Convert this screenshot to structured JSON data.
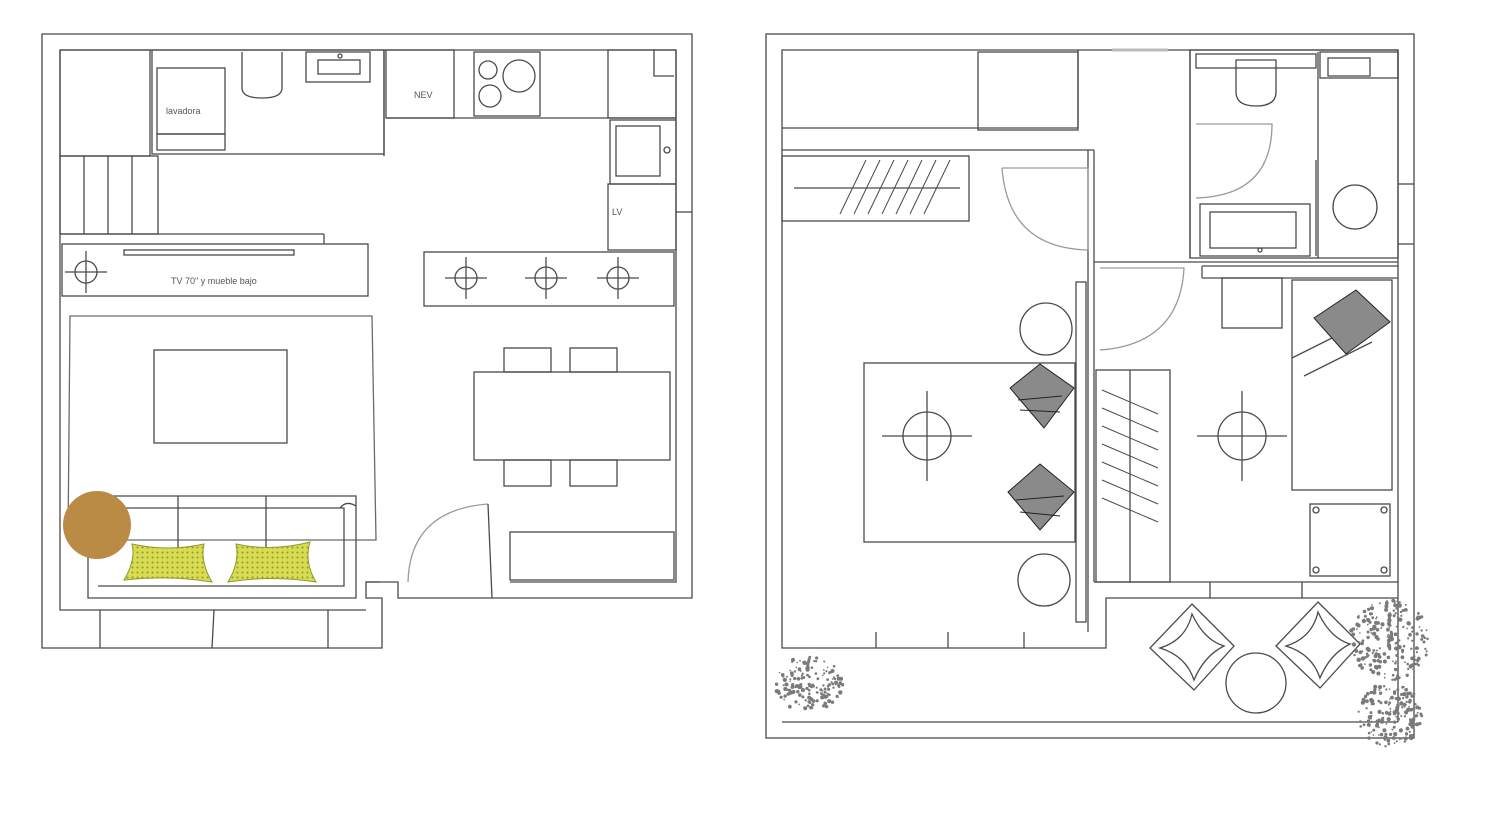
{
  "labels": {
    "lavadora": "lavadora",
    "nevera": "NEV",
    "lavavajillas": "LV",
    "tv": "TV  70\" y mueble bajo"
  },
  "colors": {
    "line": "#4a4a4a",
    "light_line": "#9a9a9a",
    "ottoman": "#b98b45",
    "cushion": "#d8dc52",
    "cushion_pattern": "#8f9a2a",
    "pillow": "#8a8a8a",
    "plant": "#7a7a7a"
  },
  "icons": [
    "ceiling-light-icon",
    "door-swing-icon",
    "plant-icon",
    "pillow-icon",
    "toilet-icon",
    "sink-icon",
    "cooktop-icon"
  ]
}
